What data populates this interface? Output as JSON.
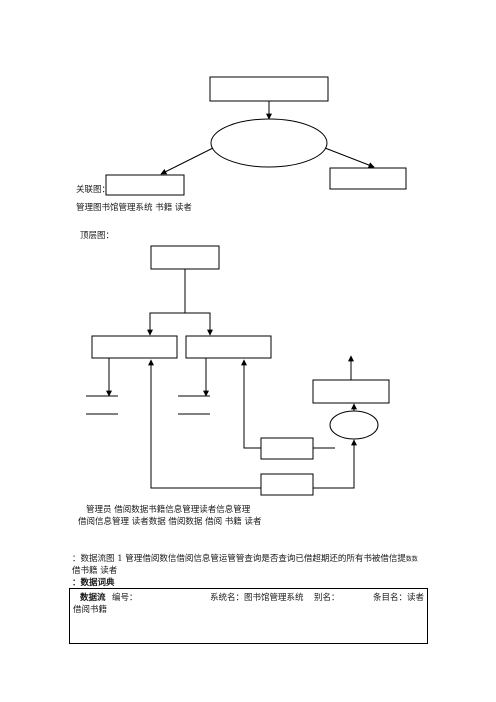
{
  "context_label": "关联图：",
  "context_caption": "管理图书馆管理系统  书籍  读者",
  "top_label": "顶层图：",
  "top_caption_line1": "管理员    借阅数据书籍信息管理读者信息管理",
  "top_caption_line2": "借阅信息管理  读者数据  借阅数据  借阅  书籍  读者",
  "dataflow_line1": "：数据流图 1 管理借阅数信借阅信息管运管管查询是否查询已借超期还的所有书被借信提",
  "dataflow_line1_small": "数数",
  "dataflow_line2": "借书籍  读者",
  "dictionary_heading": "：数据词典",
  "dictionary_box": {
    "label": "数据流",
    "number": "编号：",
    "system": "系统名：图书馆管理系统",
    "alias": "别名：",
    "entry": "条目名：读者",
    "entry_cont": "借阅书籍"
  }
}
